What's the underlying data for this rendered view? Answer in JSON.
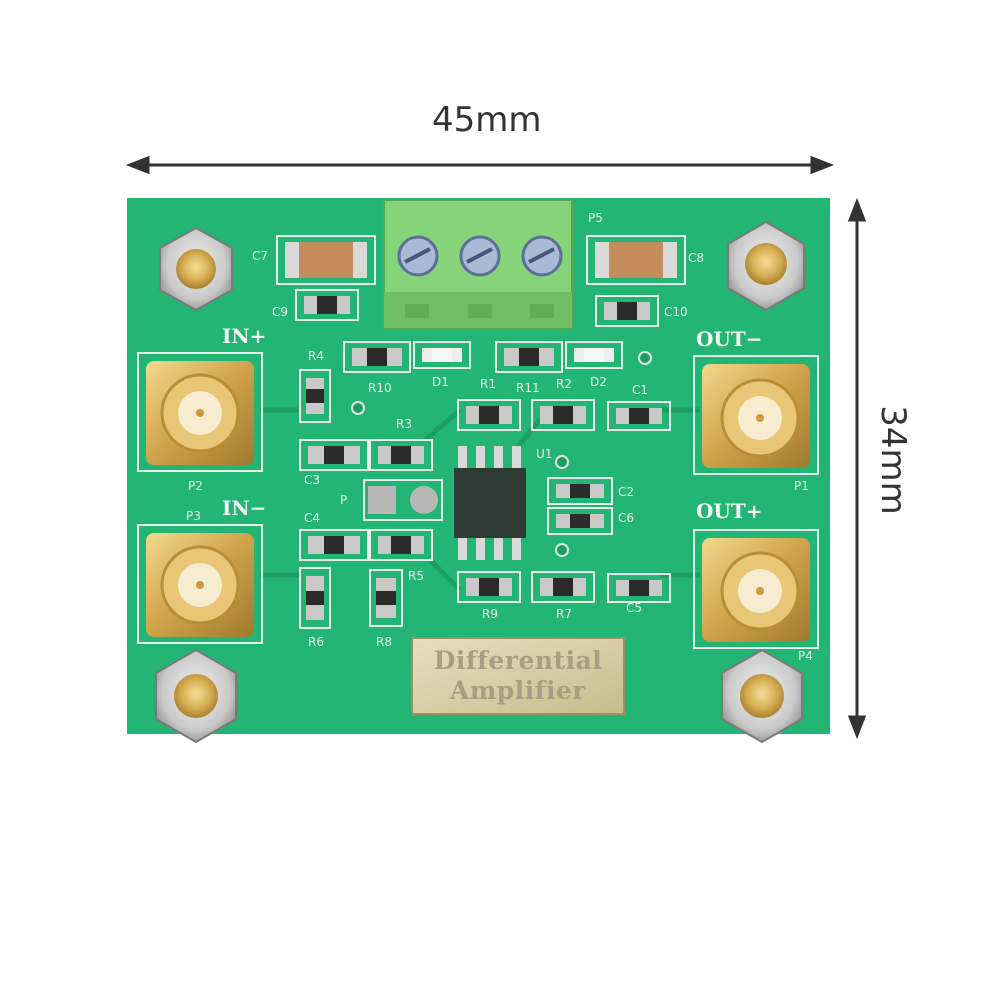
{
  "dimensions": {
    "width_label": "45mm",
    "height_label": "34mm"
  },
  "silkscreen": {
    "in_plus": "IN+",
    "in_minus": "IN−",
    "out_minus": "OUT−",
    "out_plus": "OUT+",
    "plate_line1": "Differential",
    "plate_line2": "Amplifier",
    "refs": {
      "c7": "C7",
      "c8": "C8",
      "c9": "C9",
      "c10": "C10",
      "p5": "P5",
      "r4": "R4",
      "r10": "R10",
      "d1": "D1",
      "r1": "R1",
      "r11": "R11",
      "r2": "R2",
      "d2": "D2",
      "c1": "C1",
      "r3": "R3",
      "u1": "U1",
      "c3": "C3",
      "p": "P",
      "c2": "C2",
      "c6": "C6",
      "c4": "C4",
      "r5": "R5",
      "r8": "R8",
      "r9": "R9",
      "r7": "R7",
      "c5": "C5",
      "r6": "R6",
      "p1": "P1",
      "p2": "P2",
      "p3": "P3",
      "p4": "P4"
    }
  },
  "colors": {
    "pcb": "#22b573",
    "gold": "#d8b25a",
    "terminal": "#7ccf6e"
  }
}
